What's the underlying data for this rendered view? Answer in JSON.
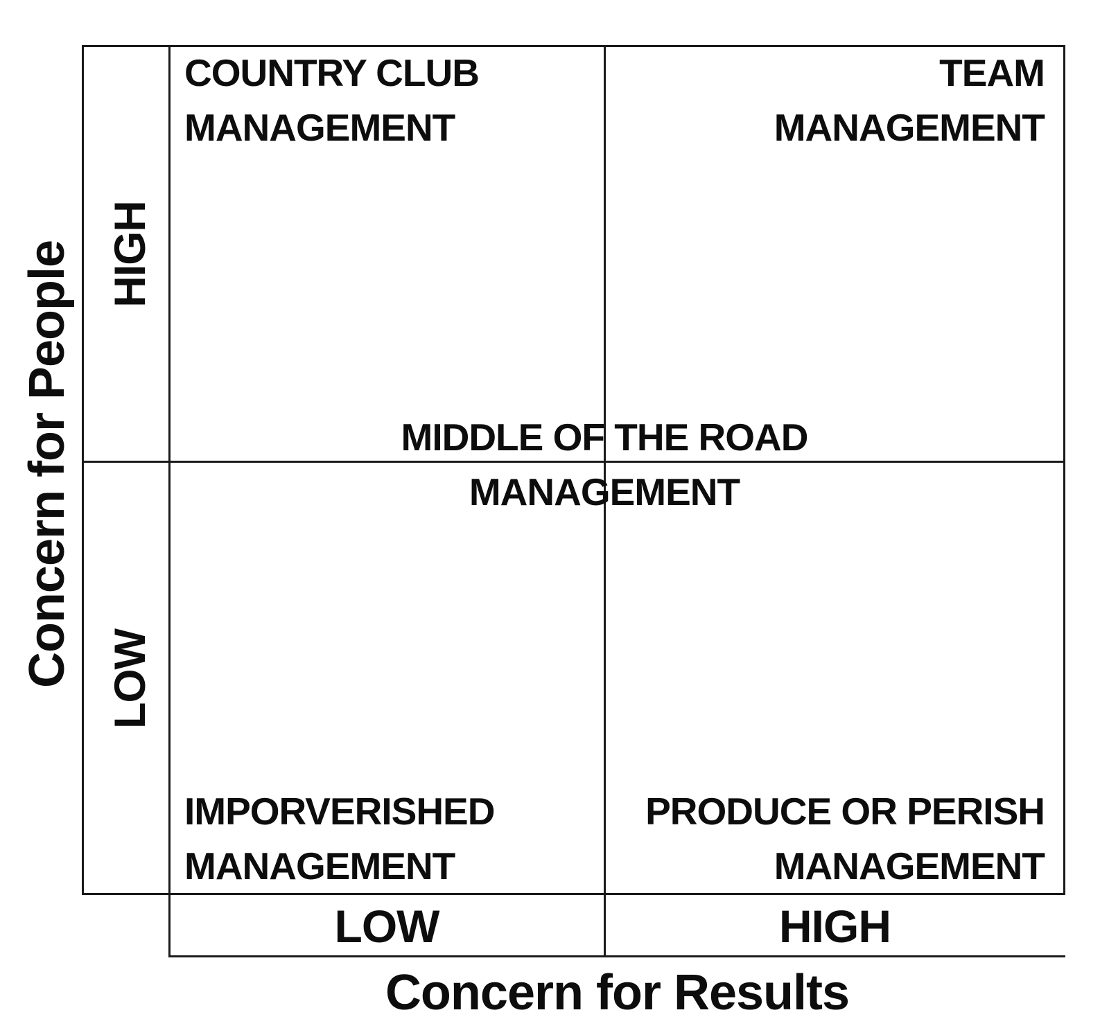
{
  "axes": {
    "y": {
      "title": "Concern for People",
      "high": "HIGH",
      "low": "LOW"
    },
    "x": {
      "title": "Concern for Results",
      "low": "LOW",
      "high": "HIGH"
    }
  },
  "quadrants": {
    "top_left": "COUNTRY CLUB\nMANAGEMENT",
    "top_right": "TEAM\nMANAGEMENT",
    "center": "MIDDLE OF THE ROAD\nMANAGEMENT",
    "bottom_left": "IMPORVERISHED\nMANAGEMENT",
    "bottom_right": "PRODUCE OR PERISH\nMANAGEMENT"
  },
  "colors": {
    "background": "#ffffff",
    "line": "#1a1a1a",
    "text": "#0d0d0d"
  }
}
